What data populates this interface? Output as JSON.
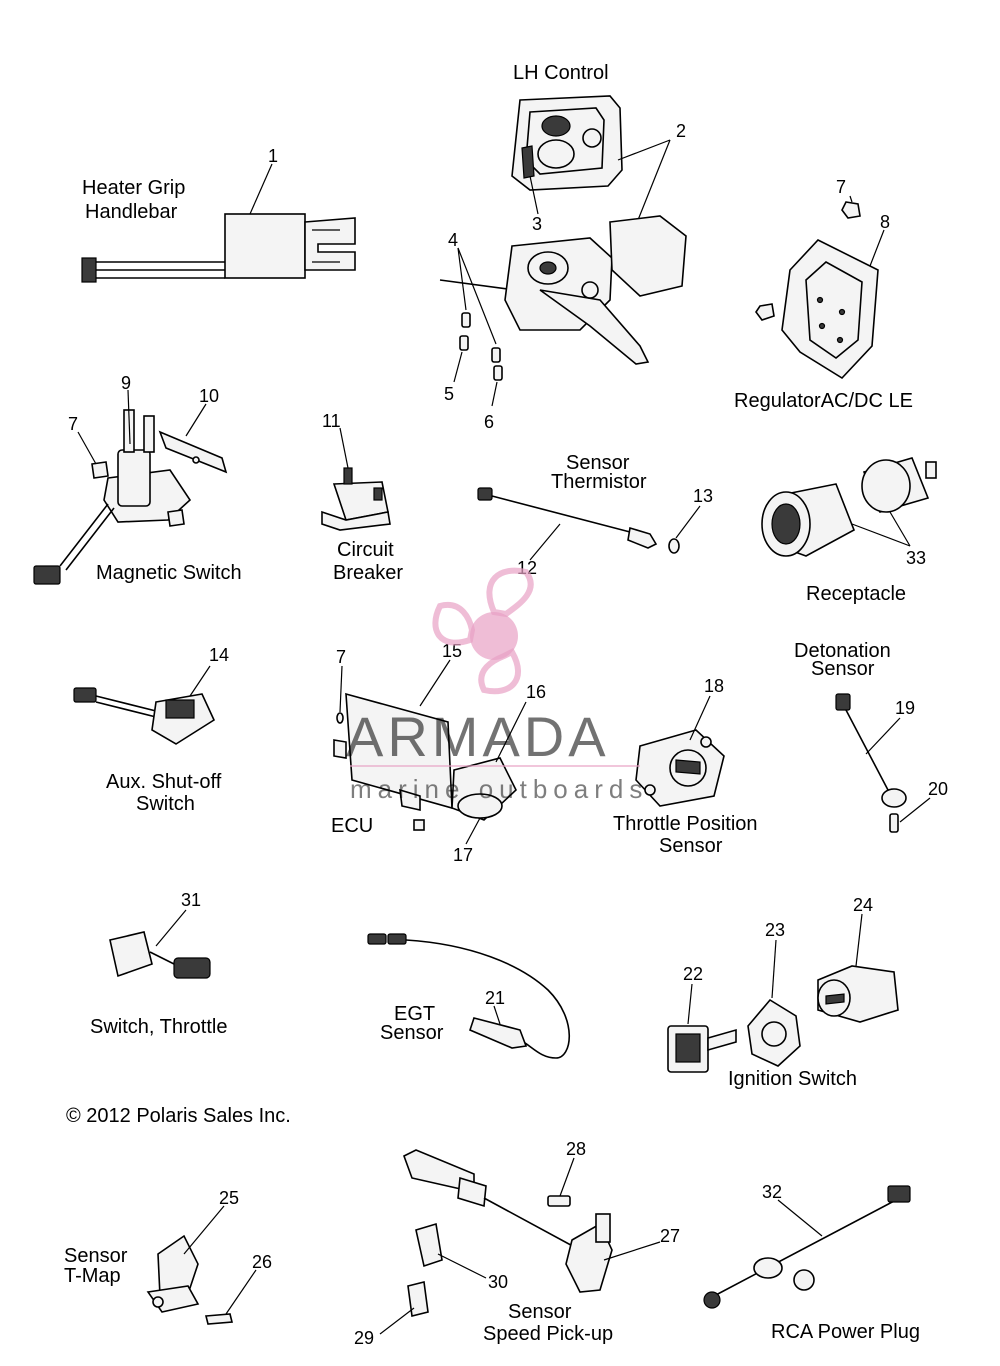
{
  "copyright": "© 2012 Polaris Sales Inc.",
  "watermark": {
    "brand": "ARMADA",
    "tagline": "marine outboards",
    "color": "#e8a1c4"
  },
  "labels": {
    "lh_control": "LH Control",
    "heater_grip_1": "Heater Grip",
    "heater_grip_2": "Handlebar",
    "regulator": "RegulatorAC/DC LE",
    "magnetic_switch": "Magnetic Switch",
    "circuit_breaker_1": "Circuit",
    "circuit_breaker_2": "Breaker",
    "sensor_thermistor_1": "Sensor",
    "sensor_thermistor_2": "Thermistor",
    "receptacle": "Receptacle",
    "detonation_1": "Detonation",
    "detonation_2": "Sensor",
    "aux_shutoff_1": "Aux. Shut-off",
    "aux_shutoff_2": "Switch",
    "ecu": "ECU",
    "tps_1": "Throttle Position",
    "tps_2": "Sensor",
    "switch_throttle": "Switch, Throttle",
    "egt_1": "EGT",
    "egt_2": "Sensor",
    "ignition_switch": "Ignition Switch",
    "tmap_1": "Sensor",
    "tmap_2": "T-Map",
    "speed_1": "Sensor",
    "speed_2": "Speed Pick-up",
    "rca": "RCA Power Plug"
  },
  "callouts": {
    "c1": "1",
    "c2": "2",
    "c3": "3",
    "c4": "4",
    "c5": "5",
    "c6": "6",
    "c7a": "7",
    "c7b": "7",
    "c7c": "7",
    "c8": "8",
    "c9": "9",
    "c10": "10",
    "c11": "11",
    "c12": "12",
    "c13": "13",
    "c14": "14",
    "c15": "15",
    "c16": "16",
    "c17": "17",
    "c18": "18",
    "c19": "19",
    "c20": "20",
    "c21": "21",
    "c22": "22",
    "c23": "23",
    "c24": "24",
    "c25": "25",
    "c26": "26",
    "c27": "27",
    "c28": "28",
    "c29": "29",
    "c30": "30",
    "c31": "31",
    "c32": "32",
    "c33": "33"
  }
}
